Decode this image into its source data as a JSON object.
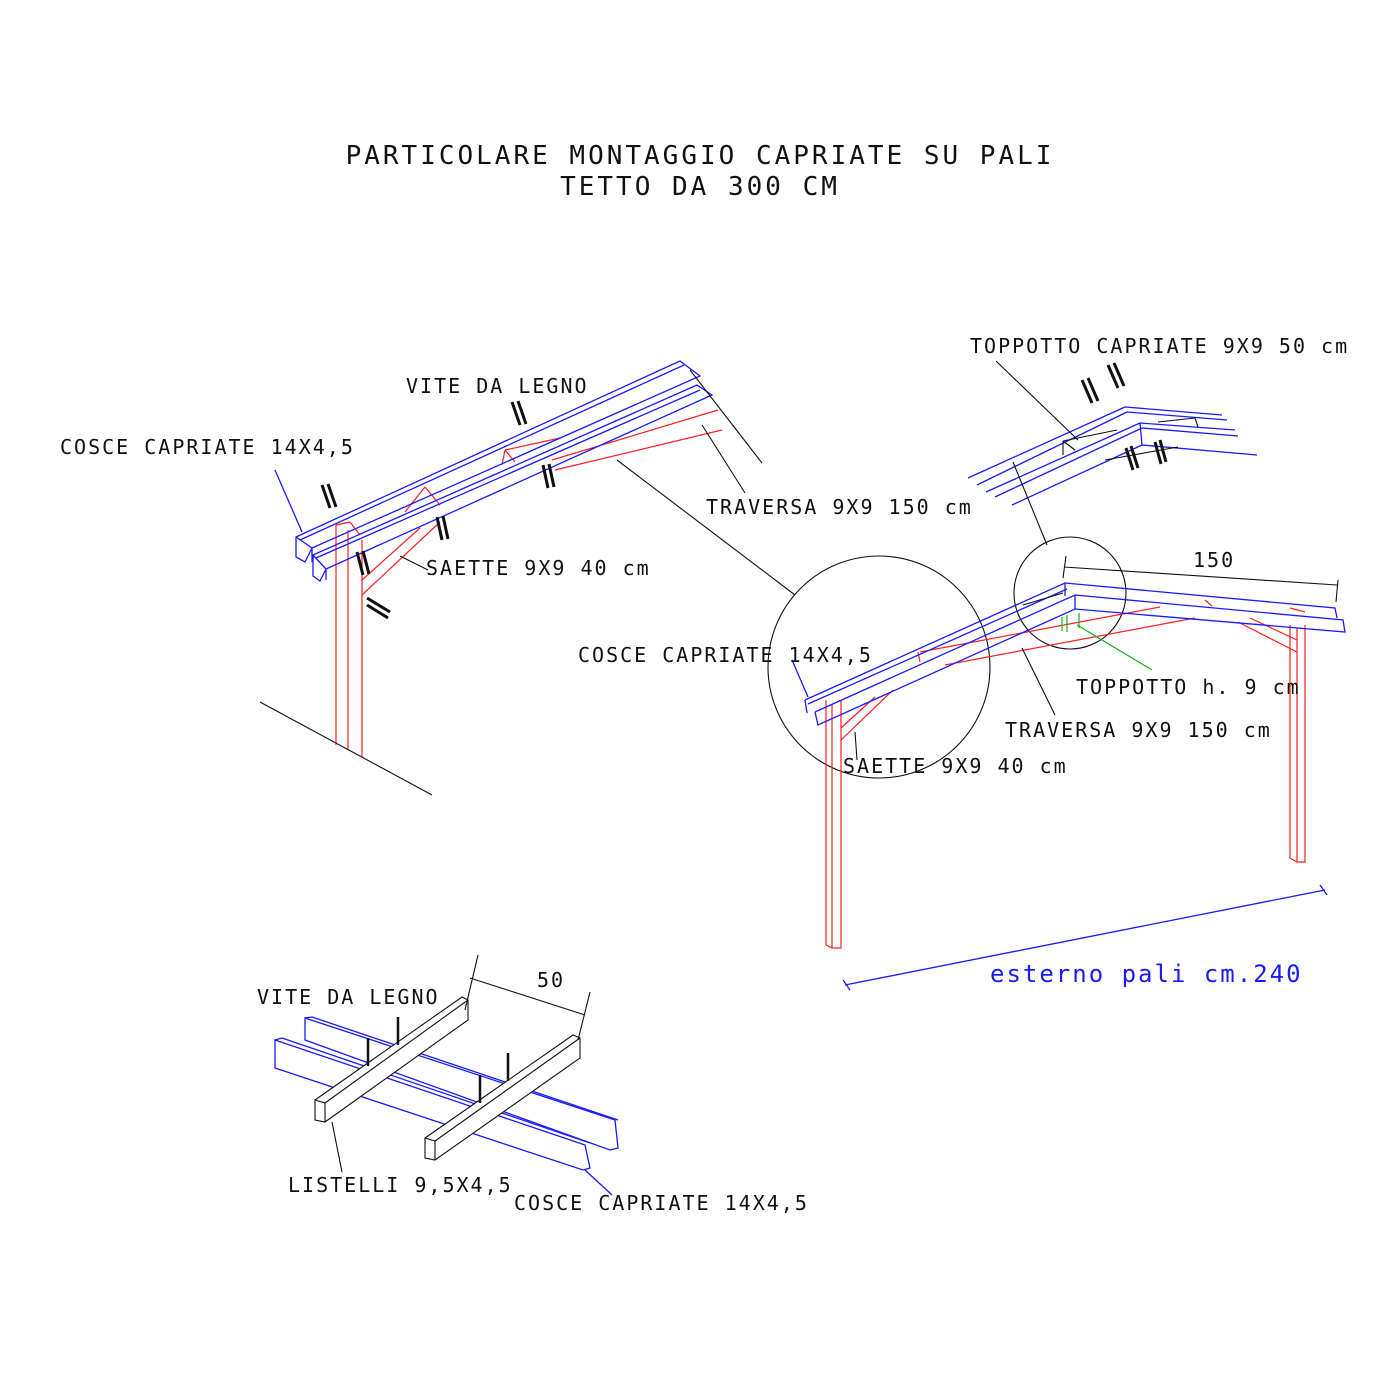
{
  "title": {
    "line1": "PARTICOLARE MONTAGGIO CAPRIATE SU PALI",
    "line2": "TETTO DA 300 CM"
  },
  "left_detail": {
    "vite": "VITE DA LEGNO",
    "cosce": "COSCE CAPRIATE 14X4,5",
    "traversa": "TRAVERSA 9X9 150 cm",
    "saette": "SAETTE 9X9 40 cm"
  },
  "top_right_detail": {
    "toppotto_capriate": "TOPPOTTO CAPRIATE 9X9 50 cm"
  },
  "main_view": {
    "dimension_150": "150",
    "cosce": "COSCE CAPRIATE 14X4,5",
    "toppotto": "TOPPOTTO h. 9 cm",
    "traversa": "TRAVERSA 9X9 150 cm",
    "saette": "SAETTE 9X9 40 cm",
    "esterno_pali": "esterno pali cm.240"
  },
  "bottom_detail": {
    "vite": "VITE DA LEGNO",
    "dimension_50": "50",
    "listelli": "LISTELLI 9,5X4,5",
    "cosce": "COSCE CAPRIATE 14X4,5"
  },
  "colors": {
    "rafter": "#1a1aff",
    "post": "#ff2020",
    "toppotto": "#10b010"
  }
}
